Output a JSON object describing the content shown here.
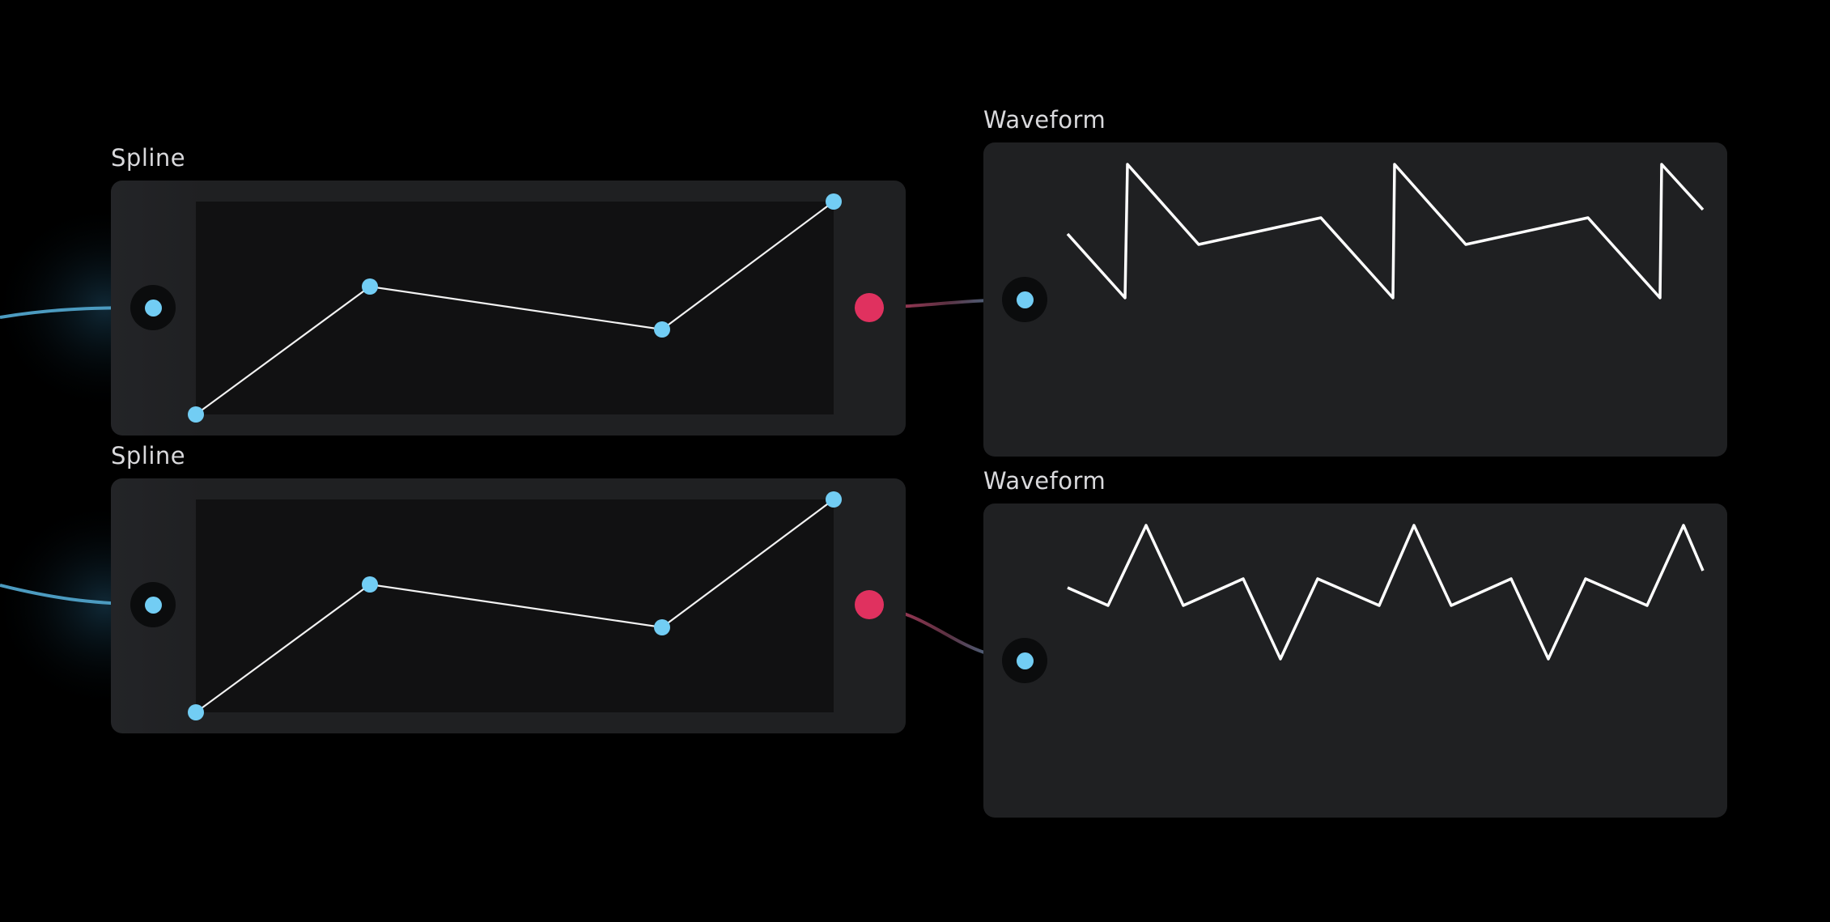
{
  "colors": {
    "background": "#000000",
    "panel": "#1f2022",
    "spline_canvas": "#111112",
    "control_point": "#72cdf4",
    "output_port": "#e0315f",
    "wire_in": "#5aa8cc",
    "wire_out": "#c0395e",
    "line": "#f2f2f2",
    "title": "#d9d9dc"
  },
  "nodes": [
    {
      "type": "spline",
      "title": "Spline",
      "points": [
        [
          0,
          0
        ],
        [
          0.27,
          0.6
        ],
        [
          0.73,
          0.4
        ],
        [
          1,
          1
        ]
      ]
    },
    {
      "type": "spline",
      "title": "Spline",
      "points": [
        [
          0,
          0
        ],
        [
          0.27,
          0.6
        ],
        [
          0.73,
          0.4
        ],
        [
          1,
          1
        ]
      ]
    },
    {
      "type": "waveform",
      "title": "Waveform"
    },
    {
      "type": "waveform",
      "title": "Waveform"
    }
  ],
  "icons": {
    "input_port": "input-port-icon",
    "output_port": "output-port-icon",
    "control_point": "control-point-icon"
  }
}
